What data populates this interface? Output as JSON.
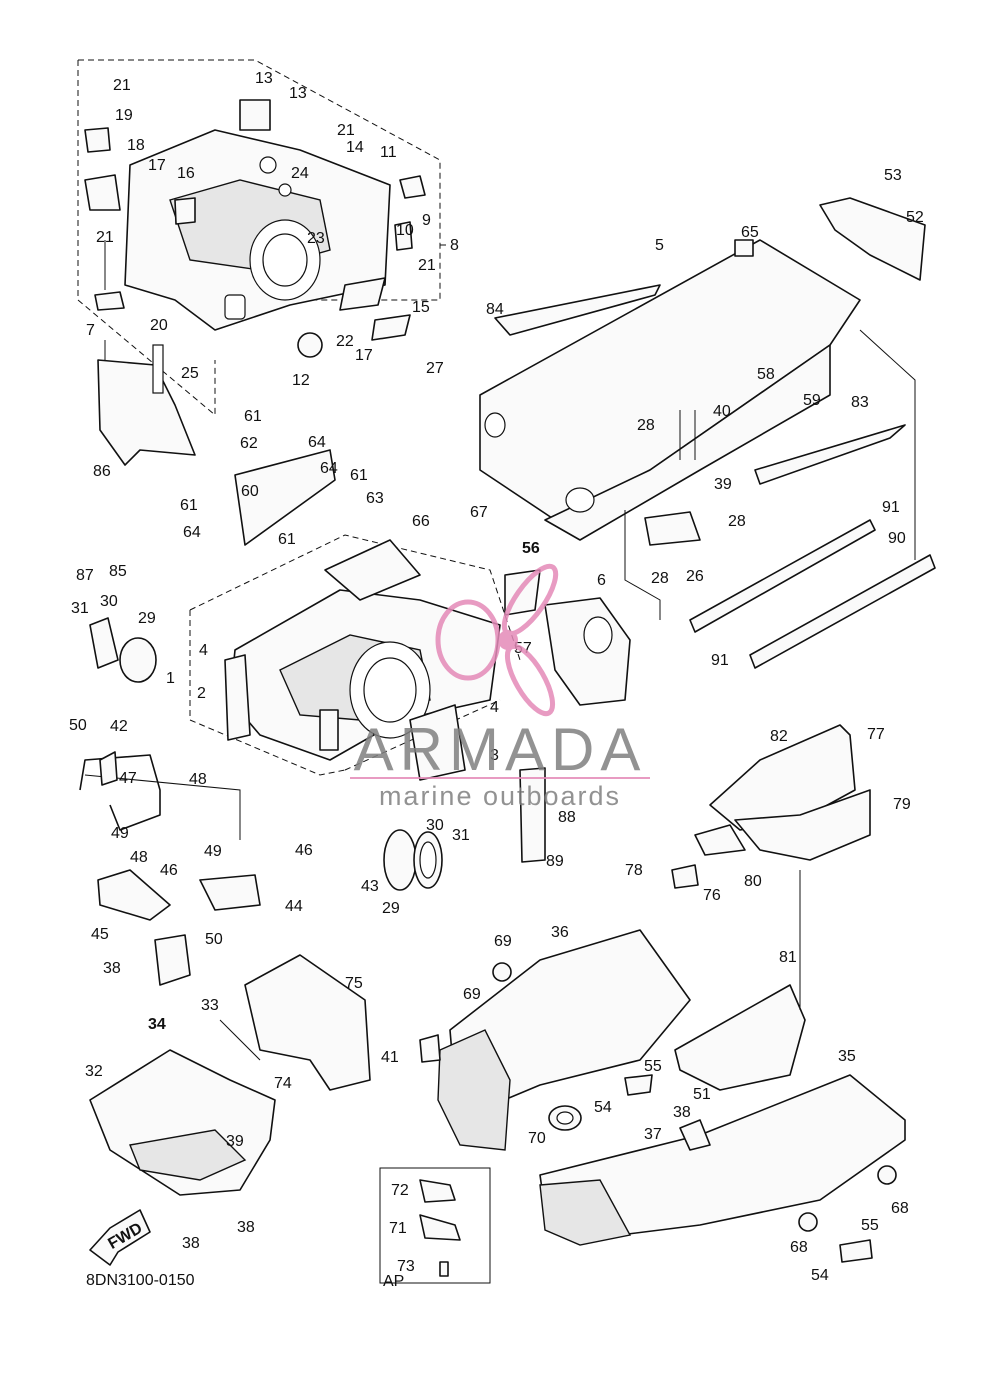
{
  "drawing_code": "8DN3100-0150",
  "fwd_label": "FWD",
  "ap_label": "AP",
  "watermark": {
    "title": "ARMADA",
    "subtitle": "marine outboards",
    "color": "#e48ab8",
    "text_color": "#808080"
  },
  "callouts": [
    "1",
    "2",
    "3",
    "4",
    "4",
    "5",
    "6",
    "7",
    "8",
    "9",
    "10",
    "11",
    "12",
    "13",
    "13",
    "14",
    "15",
    "16",
    "17",
    "17",
    "18",
    "19",
    "20",
    "21",
    "21",
    "21",
    "21",
    "22",
    "23",
    "24",
    "25",
    "26",
    "27",
    "28",
    "28",
    "28",
    "29",
    "29",
    "30",
    "30",
    "31",
    "31",
    "32",
    "33",
    "34",
    "35",
    "36",
    "37",
    "38",
    "38",
    "38",
    "38",
    "39",
    "39",
    "40",
    "41",
    "42",
    "43",
    "44",
    "45",
    "46",
    "46",
    "47",
    "48",
    "48",
    "49",
    "49",
    "50",
    "50",
    "51",
    "52",
    "53",
    "54",
    "54",
    "55",
    "55",
    "56",
    "57",
    "58",
    "59",
    "60",
    "61",
    "61",
    "61",
    "61",
    "62",
    "63",
    "64",
    "64",
    "64",
    "65",
    "66",
    "67",
    "68",
    "68",
    "69",
    "69",
    "70",
    "71",
    "72",
    "73",
    "74",
    "75",
    "76",
    "77",
    "78",
    "79",
    "80",
    "81",
    "82",
    "83",
    "84",
    "85",
    "86",
    "87",
    "88",
    "89",
    "90",
    "91",
    "91"
  ]
}
